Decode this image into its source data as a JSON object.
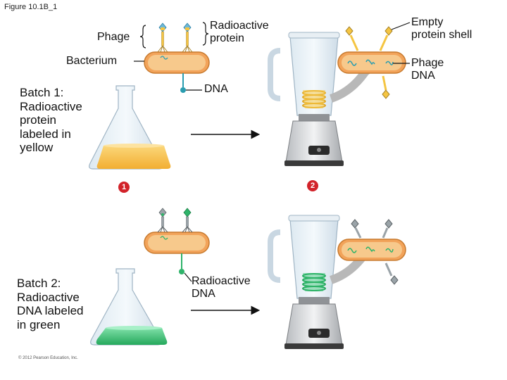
{
  "figure_title": "Figure 10.1B_1",
  "labels": {
    "phage": "Phage",
    "radioactive_protein": [
      "Radioactive",
      "protein"
    ],
    "bacterium": "Bacterium",
    "dna": "DNA",
    "empty_protein_shell": [
      "Empty",
      "protein shell"
    ],
    "phage_dna": [
      "Phage",
      "DNA"
    ],
    "radioactive_dna": [
      "Radioactive",
      "DNA"
    ]
  },
  "batch1": {
    "lines": [
      "Batch 1:",
      "Radioactive",
      "protein",
      "labeled in",
      "yellow"
    ]
  },
  "batch2": {
    "lines": [
      "Batch 2:",
      "Radioactive",
      "DNA labeled",
      "in green"
    ]
  },
  "steps": {
    "step1": "1",
    "step2": "2"
  },
  "copyright": "© 2012 Pearson Education, Inc.",
  "colors": {
    "bacterium_fill": "#f2a35a",
    "bacterium_inner": "#f7c98c",
    "yellow_label": "#f5c542",
    "green_label": "#2fb36a",
    "badge_red": "#d2232a",
    "arrow_gray": "#b8b8b8"
  }
}
